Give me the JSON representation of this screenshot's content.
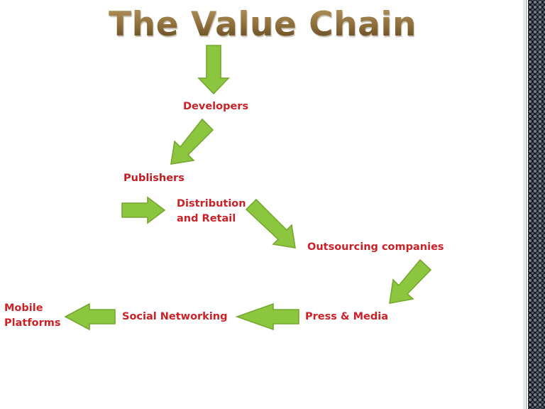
{
  "slide": {
    "title": "The Value Chain",
    "title_color": "#8a6b38",
    "background_color": "#ffffff",
    "node_color": "#cc2127",
    "arrow_fill": "#8cc63e",
    "arrow_stroke": "#74a82f"
  },
  "nodes": [
    {
      "id": "developers",
      "label": "Developers"
    },
    {
      "id": "publishers",
      "label": "Publishers"
    },
    {
      "id": "distribution",
      "label": "Distribution\nand Retail"
    },
    {
      "id": "outsourcing",
      "label": "Outsourcing companies"
    },
    {
      "id": "press",
      "label": "Press & Media"
    },
    {
      "id": "social",
      "label": "Social Networking"
    },
    {
      "id": "mobile",
      "label": "Mobile\nPlatforms"
    }
  ],
  "arrows": [
    {
      "id": "arrow-down-to-developers",
      "direction": "down"
    },
    {
      "id": "arrow-developers-to-publishers",
      "direction": "down-left-diagonal"
    },
    {
      "id": "arrow-to-distribution",
      "direction": "right"
    },
    {
      "id": "arrow-distribution-to-outsourcing",
      "direction": "down-right-diagonal"
    },
    {
      "id": "arrow-outsourcing-to-press",
      "direction": "down-left-diagonal"
    },
    {
      "id": "arrow-press-to-social",
      "direction": "left"
    },
    {
      "id": "arrow-social-to-mobile",
      "direction": "left"
    }
  ],
  "decoration": {
    "edge_strip": "textured-dark-slide-edge"
  }
}
